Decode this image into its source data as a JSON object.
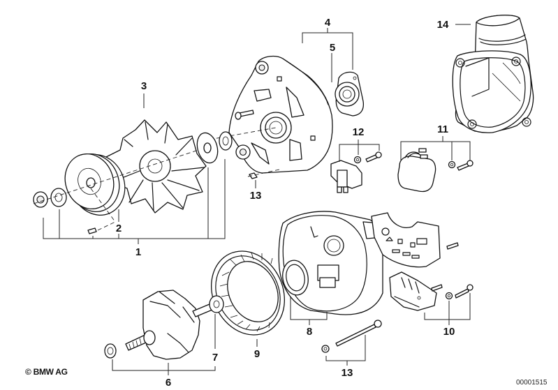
{
  "diagram": {
    "title": "Alternator exploded parts diagram",
    "copyright": "© BMW AG",
    "document_number": "00001515",
    "callouts": [
      {
        "id": "1",
        "part": "pulley-and-fan-assembly-group"
      },
      {
        "id": "2",
        "part": "pulley"
      },
      {
        "id": "3",
        "part": "fan-impeller"
      },
      {
        "id": "4",
        "part": "drive-end-housing"
      },
      {
        "id": "5",
        "part": "bearing-and-plate"
      },
      {
        "id": "6",
        "part": "rotor-assembly"
      },
      {
        "id": "7",
        "part": "rotor-bearing"
      },
      {
        "id": "8",
        "part": "rear-housing"
      },
      {
        "id": "9",
        "part": "stator"
      },
      {
        "id": "10",
        "part": "rectifier-with-screws"
      },
      {
        "id": "11",
        "part": "voltage-regulator-with-screws"
      },
      {
        "id": "12",
        "part": "brush-holder-with-screw"
      },
      {
        "id": "13",
        "part": "through-bolts-and-nuts"
      },
      {
        "id": "14",
        "part": "air-duct-cover"
      }
    ]
  }
}
